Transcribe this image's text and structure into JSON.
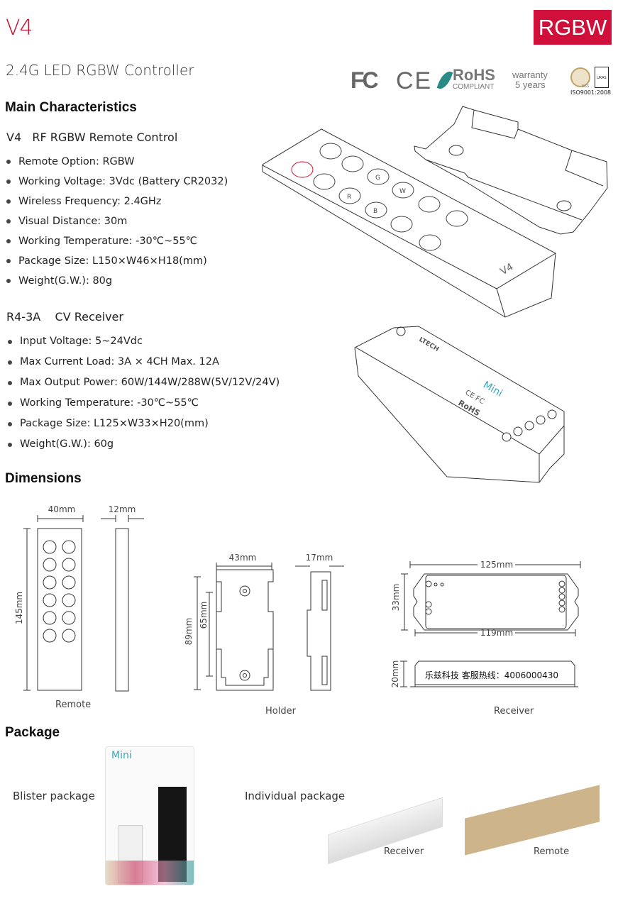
{
  "header": {
    "logo": "V4",
    "badge": "RGBW",
    "title": "2.4G LED RGBW Controller",
    "certifications": [
      "FC",
      "CE",
      "RoHS",
      "COMPLIANT",
      "warranty",
      "5 years",
      "SGS",
      "UKAS",
      "ISO9001:2008"
    ]
  },
  "main": {
    "heading": "Main Characteristics",
    "remote": {
      "title": "V4   RF RGBW Remote Control",
      "specs": [
        "Remote Option: RGBW",
        "Working Voltage: 3Vdc (Battery CR2032)",
        "Wireless Frequency: 2.4GHz",
        "Visual Distance: 30m",
        "Working Temperature: -30℃~55℃",
        "Package Size: L150×W46×H18(mm)",
        "Weight(G.W.): 80g"
      ],
      "buttons": [
        "R",
        "G",
        "B",
        "W"
      ],
      "engraving": "V4"
    },
    "receiver": {
      "title": "R4-3A    CV Receiver",
      "specs": [
        "Input Voltage: 5~24Vdc",
        "Max Current Load: 3A × 4CH  Max. 12A",
        "Max Output Power: 60W/144W/288W(5V/12V/24V)",
        "Working Temperature: -30℃~55℃",
        "Package Size: L125×W33×H20(mm)",
        "Weight(G.W.): 60g"
      ],
      "brand": "LTECH",
      "model_mark": "Mini",
      "rohs": "RoHS",
      "ce_fc": "CE FC"
    }
  },
  "dimensions": {
    "heading": "Dimensions",
    "remote": {
      "width": "40mm",
      "thickness": "12mm",
      "height": "145mm",
      "caption": "Remote"
    },
    "holder": {
      "width": "43mm",
      "thickness": "17mm",
      "height": "89mm",
      "inner": "65mm",
      "caption": "Holder"
    },
    "receiver": {
      "length": "125mm",
      "width": "33mm",
      "inner": "119mm",
      "height": "20mm",
      "label": "乐兹科技 客服热线：4006000430",
      "caption": "Receiver"
    }
  },
  "package": {
    "heading": "Package",
    "blister_label": "Blister package",
    "blister_brand": "Mini",
    "individual_label": "Individual package",
    "receiver_caption": "Receiver",
    "remote_caption": "Remote"
  }
}
